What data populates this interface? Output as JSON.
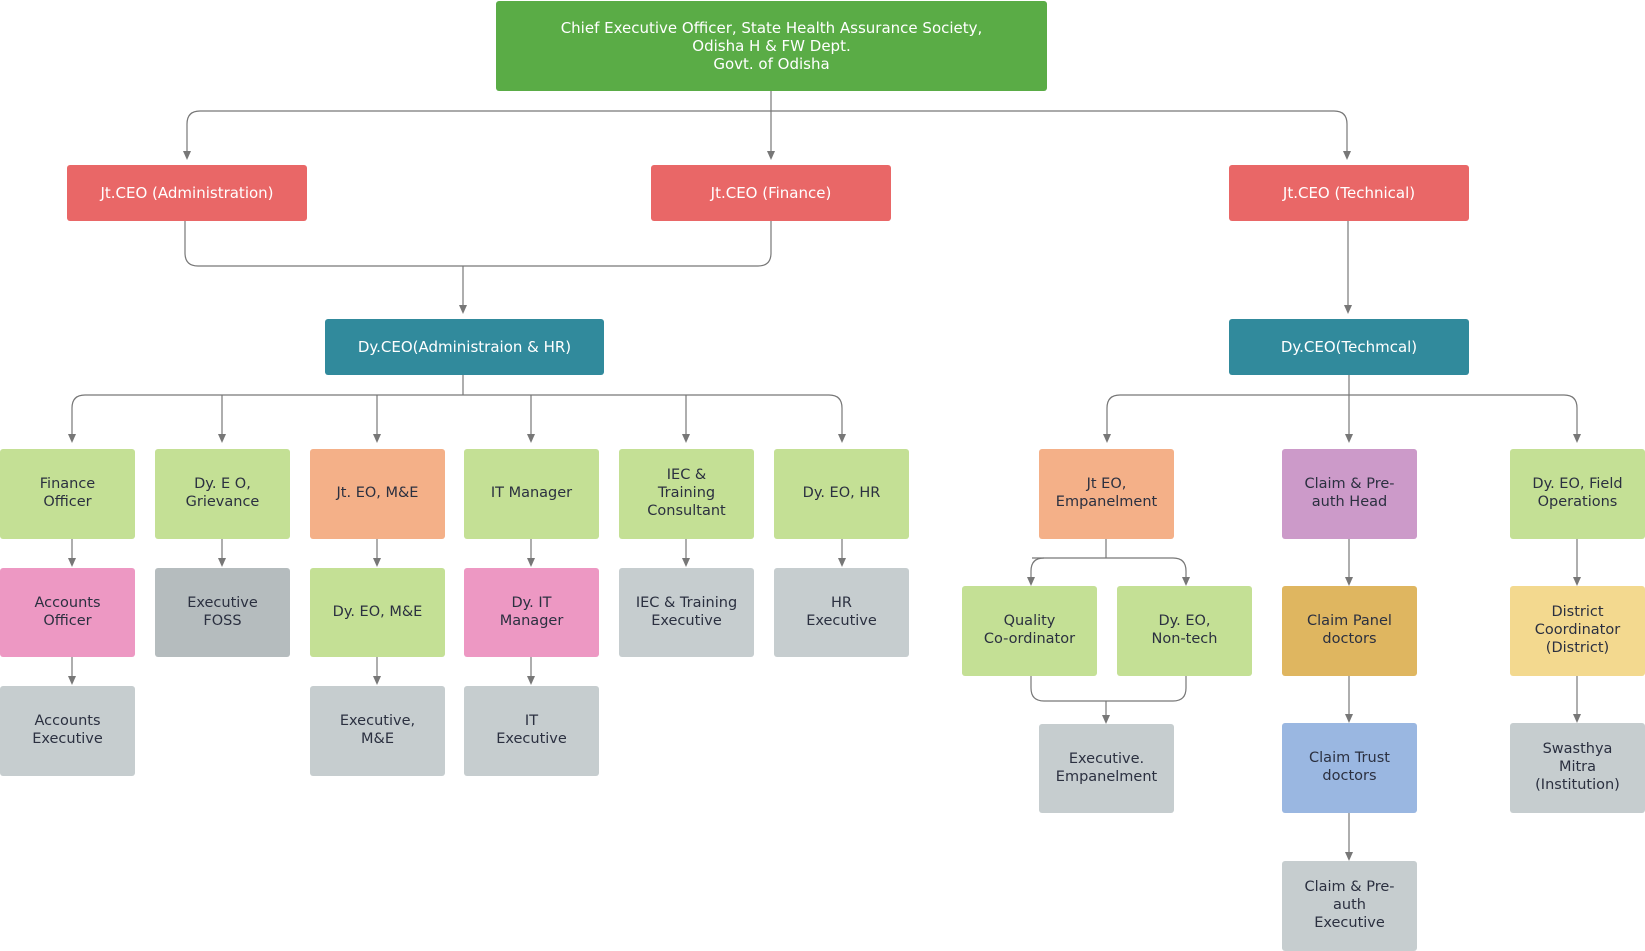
{
  "colors": {
    "green_dark": "#5aac46",
    "red": "#e96767",
    "teal": "#318a9c",
    "light_green": "#c4e095",
    "orange": "#f4b088",
    "pink": "#ed98c3",
    "gray": "#c6cdcf",
    "gray_dark": "#b5bcbe",
    "purple": "#cc9ac9",
    "gold": "#dfb660",
    "blue": "#9ab7e1",
    "yellow": "#f3d98f",
    "connector": "#777777"
  },
  "nodes": {
    "ceo": "Chief Executive Officer, State Health Assurance Society,\nOdisha H & FW Dept.\nGovt. of Odisha",
    "jt_admin": "Jt.CEO (Administration)",
    "jt_finance": "Jt.CEO (Finance)",
    "jt_technical": "Jt.CEO (Technical)",
    "dy_admin_hr": "Dy.CEO(Administraion & HR)",
    "dy_technical": "Dy.CEO(Techmcal)",
    "finance_officer": "Finance\nOfficer",
    "accounts_officer": "Accounts\nOfficer",
    "accounts_executive": "Accounts\nExecutive",
    "dy_eo_grievance": "Dy. E O,\nGrievance",
    "executive_foss": "Executive\nFOSS",
    "jt_eo_me": "Jt. EO, M&E",
    "dy_eo_me": "Dy. EO, M&E",
    "executive_me": "Executive,\nM&E",
    "it_manager": "IT Manager",
    "dy_it_manager": "Dy. IT\nManager",
    "it_executive": "IT\nExecutive",
    "iec_training_consultant": "IEC &\nTraining\nConsultant",
    "iec_training_executive": "IEC & Training\nExecutive",
    "dy_eo_hr": "Dy. EO, HR",
    "hr_executive": "HR\nExecutive",
    "jt_eo_empanelment": "Jt EO,\nEmpanelment",
    "quality_coordinator": "Quality\nCo-ordinator",
    "dy_eo_nontech": "Dy. EO,\nNon-tech",
    "executive_empanelment": "Executive.\nEmpanelment",
    "claim_preauth_head": "Claim & Pre-\nauth Head",
    "claim_panel_doctors": "Claim Panel\ndoctors",
    "claim_trust_doctors": "Claim Trust\ndoctors",
    "claim_preauth_executive": "Claim & Pre-\nauth\nExecutive",
    "dy_eo_field_operations": "Dy. EO, Field\nOperations",
    "district_coordinator": "District\nCoordinator\n(District)",
    "swasthya_mitra": "Swasthya\nMitra\n(Institution)"
  }
}
